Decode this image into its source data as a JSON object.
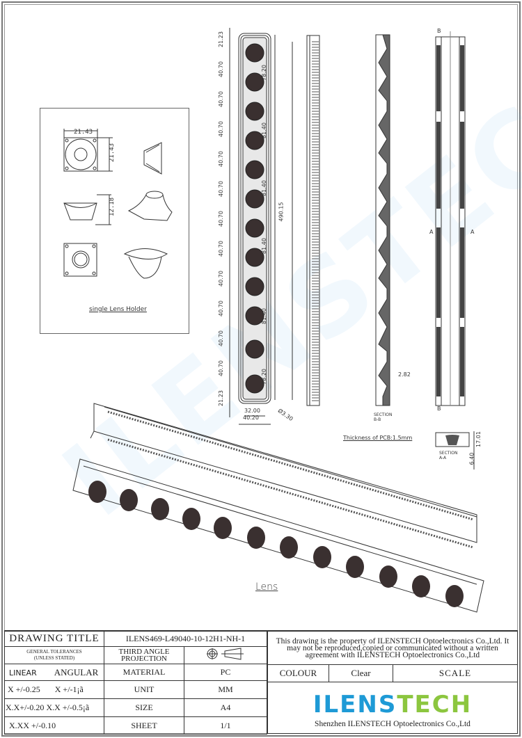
{
  "drawing": {
    "watermark": "ILENSTECH",
    "single_holder": {
      "caption": "single Lens Holder",
      "dims": {
        "width": "21.43",
        "depth": "21.43",
        "height": "12.18"
      }
    },
    "front_view": {
      "left_pitches": [
        "21.23",
        "40.70",
        "40.70",
        "40.70",
        "40.70",
        "40.70",
        "40.70",
        "40.70",
        "40.70",
        "40.70",
        "40.70",
        "40.70",
        "21.23"
      ],
      "right_groups": [
        "78.20",
        "81.40",
        "81.40",
        "81.40",
        "81.40",
        "78.20"
      ],
      "overall_length": "490.15",
      "inner_width": "32.00",
      "outer_width": "40.20",
      "hole_diameter": "Ø3.30"
    },
    "section_bb": {
      "label_1": "SECTION",
      "label_2": "B-B",
      "thickness": "2.82",
      "marker": "B"
    },
    "section_aa": {
      "label_1": "SECTION",
      "label_2": "A-A",
      "height": "17.01",
      "base": "6.40",
      "marker": "A"
    },
    "pcb_note": "Thickness of PCB:1.5mm",
    "iso_caption": "Lens"
  },
  "title_block": {
    "drawing_title_label": "DRAWING TITLE",
    "drawing_title_value": "ILENS469-L49040-10-12H1-NH-1",
    "general_tol_1": "GENERAL TOLERANCES",
    "general_tol_2": "(UNLESS STATED)",
    "projection_1": "THIRD ANGLE",
    "projection_2": "PROJECTION",
    "linear_label": "LINEAR",
    "angular_label": "ANGULAR",
    "tol_rows": [
      {
        "linear": "X  +/-0.25",
        "angular": "X  +/-1¡ã"
      },
      {
        "linear": "X.X+/-0.20",
        "angular": "X.X +/-0.5¡ã"
      },
      {
        "linear": "X.XX +/-0.10",
        "angular": ""
      }
    ],
    "material_label": "MATERIAL",
    "material_value": "PC",
    "unit_label": "UNIT",
    "unit_value": "MM",
    "size_label": "SIZE",
    "size_value": "A4",
    "sheet_label": "SHEET",
    "sheet_value": "1/1",
    "property_notice": "This drawing is the property of ILENSTECH Optoelectronics Co.,Ltd. It may not be reproduced,copied or communicated without a written agreement with ILENSTECH Optoelectronics Co.,Ltd",
    "colour_label": "COLOUR",
    "colour_value": "Clear",
    "scale_label": "SCALE",
    "logo": {
      "part1": "ILENS",
      "part2": "TECH",
      "color1": "#1e9ad6",
      "color2": "#8cc63f"
    },
    "company": "Shenzhen ILENSTECH Optoelectronics Co.,Ltd"
  }
}
